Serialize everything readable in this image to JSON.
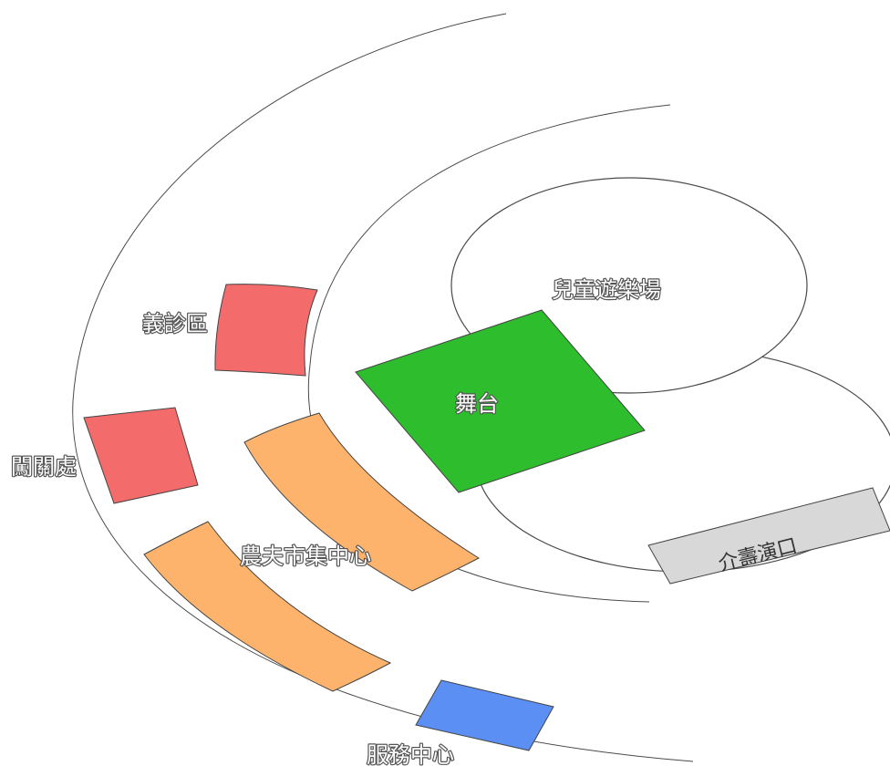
{
  "map": {
    "areas": {
      "playground": {
        "label": "兒童遊樂場"
      },
      "stage": {
        "label": "舞台",
        "color": "#2dbd2d"
      },
      "clinic": {
        "label": "義診區",
        "color": "#f36b6b"
      },
      "checkpoint": {
        "label": "闖關處",
        "color": "#f36b6b"
      },
      "farmers_market": {
        "label": "農夫市集中心",
        "color": "#fdb36b"
      },
      "service_center": {
        "label": "服務中心",
        "color": "#5b8ff3"
      },
      "speech_entrance": {
        "label": "介壽演口",
        "color": "#d8d8d8"
      }
    }
  }
}
